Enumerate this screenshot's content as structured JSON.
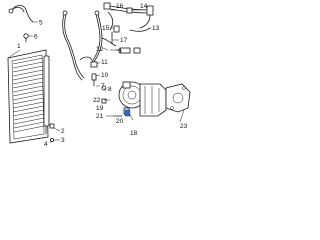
{
  "callouts": [
    {
      "id": "c5",
      "text": "5"
    },
    {
      "id": "c6",
      "text": "6"
    },
    {
      "id": "c1",
      "text": "1"
    },
    {
      "id": "c16",
      "text": "16"
    },
    {
      "id": "c14",
      "text": "14"
    },
    {
      "id": "c15",
      "text": "15"
    },
    {
      "id": "c13",
      "text": "13"
    },
    {
      "id": "c17",
      "text": "17"
    },
    {
      "id": "c12",
      "text": "12"
    },
    {
      "id": "c9",
      "text": "9"
    },
    {
      "id": "c11",
      "text": "11"
    },
    {
      "id": "c10",
      "text": "10"
    },
    {
      "id": "c7",
      "text": "7"
    },
    {
      "id": "c8",
      "text": "8"
    },
    {
      "id": "c22",
      "text": "22"
    },
    {
      "id": "c21",
      "text": "21"
    },
    {
      "id": "c19",
      "text": "19"
    },
    {
      "id": "c23",
      "text": "23"
    },
    {
      "id": "c20",
      "text": "20"
    },
    {
      "id": "c18",
      "text": "18"
    },
    {
      "id": "c2",
      "text": "2"
    },
    {
      "id": "c3",
      "text": "3"
    },
    {
      "id": "c4",
      "text": "4"
    }
  ],
  "colors": {
    "line": "#1a1a1a",
    "highlight": "#2f6fd8",
    "background": "#ffffff"
  }
}
